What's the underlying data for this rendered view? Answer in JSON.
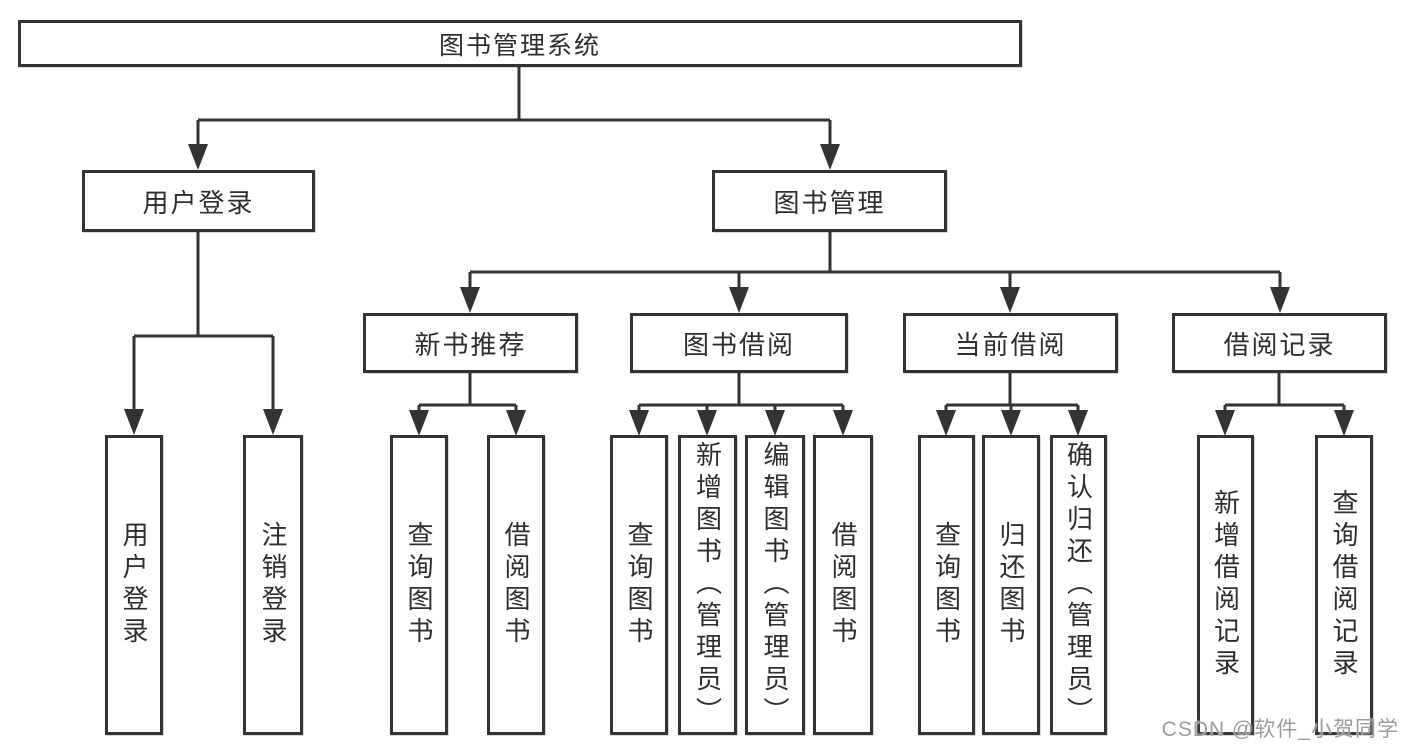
{
  "tree": {
    "label": "图书管理系统",
    "children": [
      {
        "label": "用户登录",
        "children": [
          {
            "label": "用户登录"
          },
          {
            "label": "注销登录"
          }
        ]
      },
      {
        "label": "图书管理",
        "children": [
          {
            "label": "新书推荐",
            "children": [
              {
                "label": "查询图书"
              },
              {
                "label": "借阅图书"
              }
            ]
          },
          {
            "label": "图书借阅",
            "children": [
              {
                "label": "查询图书"
              },
              {
                "label": "新增图书（管理员）"
              },
              {
                "label": "编辑图书（管理员）"
              },
              {
                "label": "借阅图书"
              }
            ]
          },
          {
            "label": "当前借阅",
            "children": [
              {
                "label": "查询图书"
              },
              {
                "label": "归还图书"
              },
              {
                "label": "确认归还（管理员）"
              }
            ]
          },
          {
            "label": "借阅记录",
            "children": [
              {
                "label": "新增借阅记录"
              },
              {
                "label": "查询借阅记录"
              }
            ]
          }
        ]
      }
    ]
  },
  "watermark": {
    "text": "CSDN @软件_小贺同学"
  },
  "colors": {
    "line": "#333333",
    "box_border": "#333333",
    "text": "#2e2e2e",
    "background": "#ffffff",
    "watermark": "#9c9c9c"
  }
}
